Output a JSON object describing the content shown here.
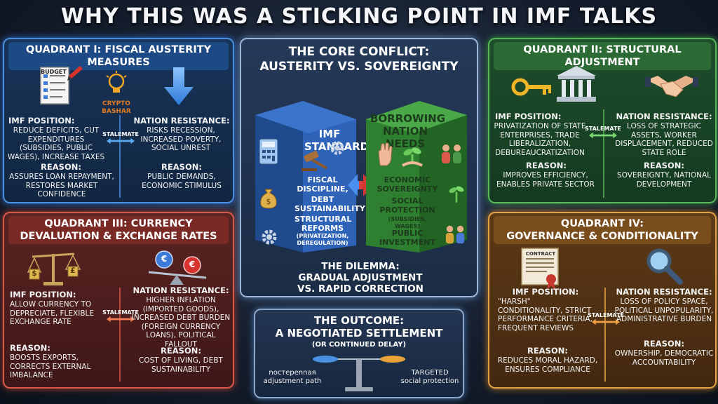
{
  "title": "WHY THIS WAS A STICKING POINT IN IMF TALKS",
  "stalemate_label": "STALEMATE",
  "q1": {
    "title": "QUADRANT I: FISCAL AUSTERITY MEASURES",
    "budget_label": "BUDGET",
    "imf_heading": "IMF POSITION:",
    "imf_text": "REDUCE DEFICITS, CUT EXPENDITURES (SUBSIDIES, PUBLIC WAGES), INCREASE TAXES",
    "imf_reason_heading": "REASON:",
    "imf_reason": "ASSURES LOAN REPAYMENT, RESTORES MARKET CONFIDENCE",
    "nation_heading": "NATION RESISTANCE:",
    "nation_text": "RISKS RECESSION, INCREASED POVERTY, SOCIAL UNREST",
    "nation_reason_heading": "REASON:",
    "nation_reason": "PUBLIC DEMANDS, ECONOMIC STIMULUS",
    "watermark_line1": "CRYPTO",
    "watermark_line2": "BASHAR"
  },
  "q2": {
    "title": "QUADRANT II: STRUCTURAL ADJUSTMENT",
    "imf_heading": "IMF POSITION:",
    "imf_text": "PRIVATIZATION OF STATE ENTERPRISES, TRADE LIBERALIZATION, DEBUREAUCRATIZATION",
    "imf_reason_heading": "REASON:",
    "imf_reason": "IMPROVES EFFICIENCY, ENABLES PRIVATE SECTOR",
    "nation_heading": "NATION RESISTANCE:",
    "nation_text": "LOSS OF STRATEGIC ASSETS, WORKER DISPLACEMENT, REDUCED STATE ROLE",
    "nation_reason_heading": "REASON:",
    "nation_reason": "SOVEREIGNTY, NATIONAL DEVELOPMENT"
  },
  "q3": {
    "title_line1": "QUADRANT III: CURRENCY",
    "title_line2": "DEVALUATION & EXCHANGE RATES",
    "imf_heading": "IMF POSITION:",
    "imf_text": "ALLOW CURRENCY TO DEPRECIATE, FLEXIBLE EXCHANGE RATE",
    "imf_reason_heading": "REASON:",
    "imf_reason": "BOOSTS EXPORTS, CORRECTS EXTERNAL IMBALANCE",
    "nation_heading": "NATION RESISTANCE:",
    "nation_text": "HIGHER INFLATION (IMPORTED GOODS), INCREASED DEBT BURDEN (FOREIGN CURRENCY LOANS), POLITICAL FALLOUT",
    "nation_reason_heading": "REASON:",
    "nation_reason": "COST OF LIVING, DEBT SUSTAINABILITY",
    "coin_symbols": [
      "$",
      "£",
      "€",
      "€"
    ]
  },
  "q4": {
    "title_line1": "QUADRANT IV:",
    "title_line2": "GOVERNANCE & CONDITIONALITY",
    "contract_label": "CONTRACT",
    "imf_heading": "IMF POSITION:",
    "imf_text": "\"HARSH\" CONDITIONALITY, STRICT PERFORMANCE CRITERIA, FREQUENT REVIEWS",
    "imf_reason_heading": "REASON:",
    "imf_reason": "REDUCES MORAL HAZARD, ENSURES COMPLIANCE",
    "nation_heading": "NATION RESISTANCE:",
    "nation_text": "LOSS OF POLICY SPACE, POLITICAL UNPOPULARITY, ADMINISTRATIVE BURDEN",
    "nation_reason_heading": "REASON:",
    "nation_reason": "OWNERSHIP, DEMOCRATIC ACCOUNTABILITY"
  },
  "center": {
    "title_line1": "THE CORE CONFLICT:",
    "title_line2": "AUSTERITY VS. SOVEREIGNTY",
    "imf_box_title": "IMF STANDARDS",
    "imf_items": [
      "FISCAL DISCIPLINE,",
      "DEBT SUSTAINABILITY",
      "STRUCTURAL REFORMS",
      "(PRIVATIZATION, DEREGULATION)"
    ],
    "nation_box_title": "BORROWING NATION NEEDS",
    "nation_items": [
      "ECONOMIC SOVEREIGNTY",
      "SOCIAL PROTECTION",
      "(SUBSIDIES, WAGES)",
      "PUBLIC INVESTMENT"
    ],
    "dilemma_line1": "THE DILEMMA:",
    "dilemma_line2": "GRADUAL ADJUSTMENT",
    "dilemma_line3": "VS. RAPID CORRECTION"
  },
  "outcome": {
    "title_line1": "THE OUTCOME:",
    "title_line2": "A NEGOTIATED SETTLEMENT",
    "subtitle": "(OR CONTINUED DELAY)",
    "left_line1": "nocтepеnnaя",
    "left_line2": "adjustment path",
    "right_line1": "TARGETED",
    "right_line2": "social protection"
  },
  "colors": {
    "q1_accent": "#4a8fe0",
    "q2_accent": "#58b85a",
    "q3_accent": "#d65a4a",
    "q4_accent": "#e2a248",
    "imf_box": "#2f5fb0",
    "nation_box": "#3d9a3c"
  },
  "icons": [
    "budget-document-icon",
    "lightbulb-icon",
    "down-arrow-icon",
    "key-icon",
    "bank-building-icon",
    "handshake-icon",
    "balance-scale-icon",
    "currency-seesaw-icon",
    "contract-icon",
    "magnifying-glass-icon",
    "gavel-icon",
    "gear-icon",
    "calculator-icon",
    "money-bag-icon",
    "raised-hand-icon",
    "sprout-icon",
    "people-icon",
    "stalemate-arrow-icon"
  ]
}
